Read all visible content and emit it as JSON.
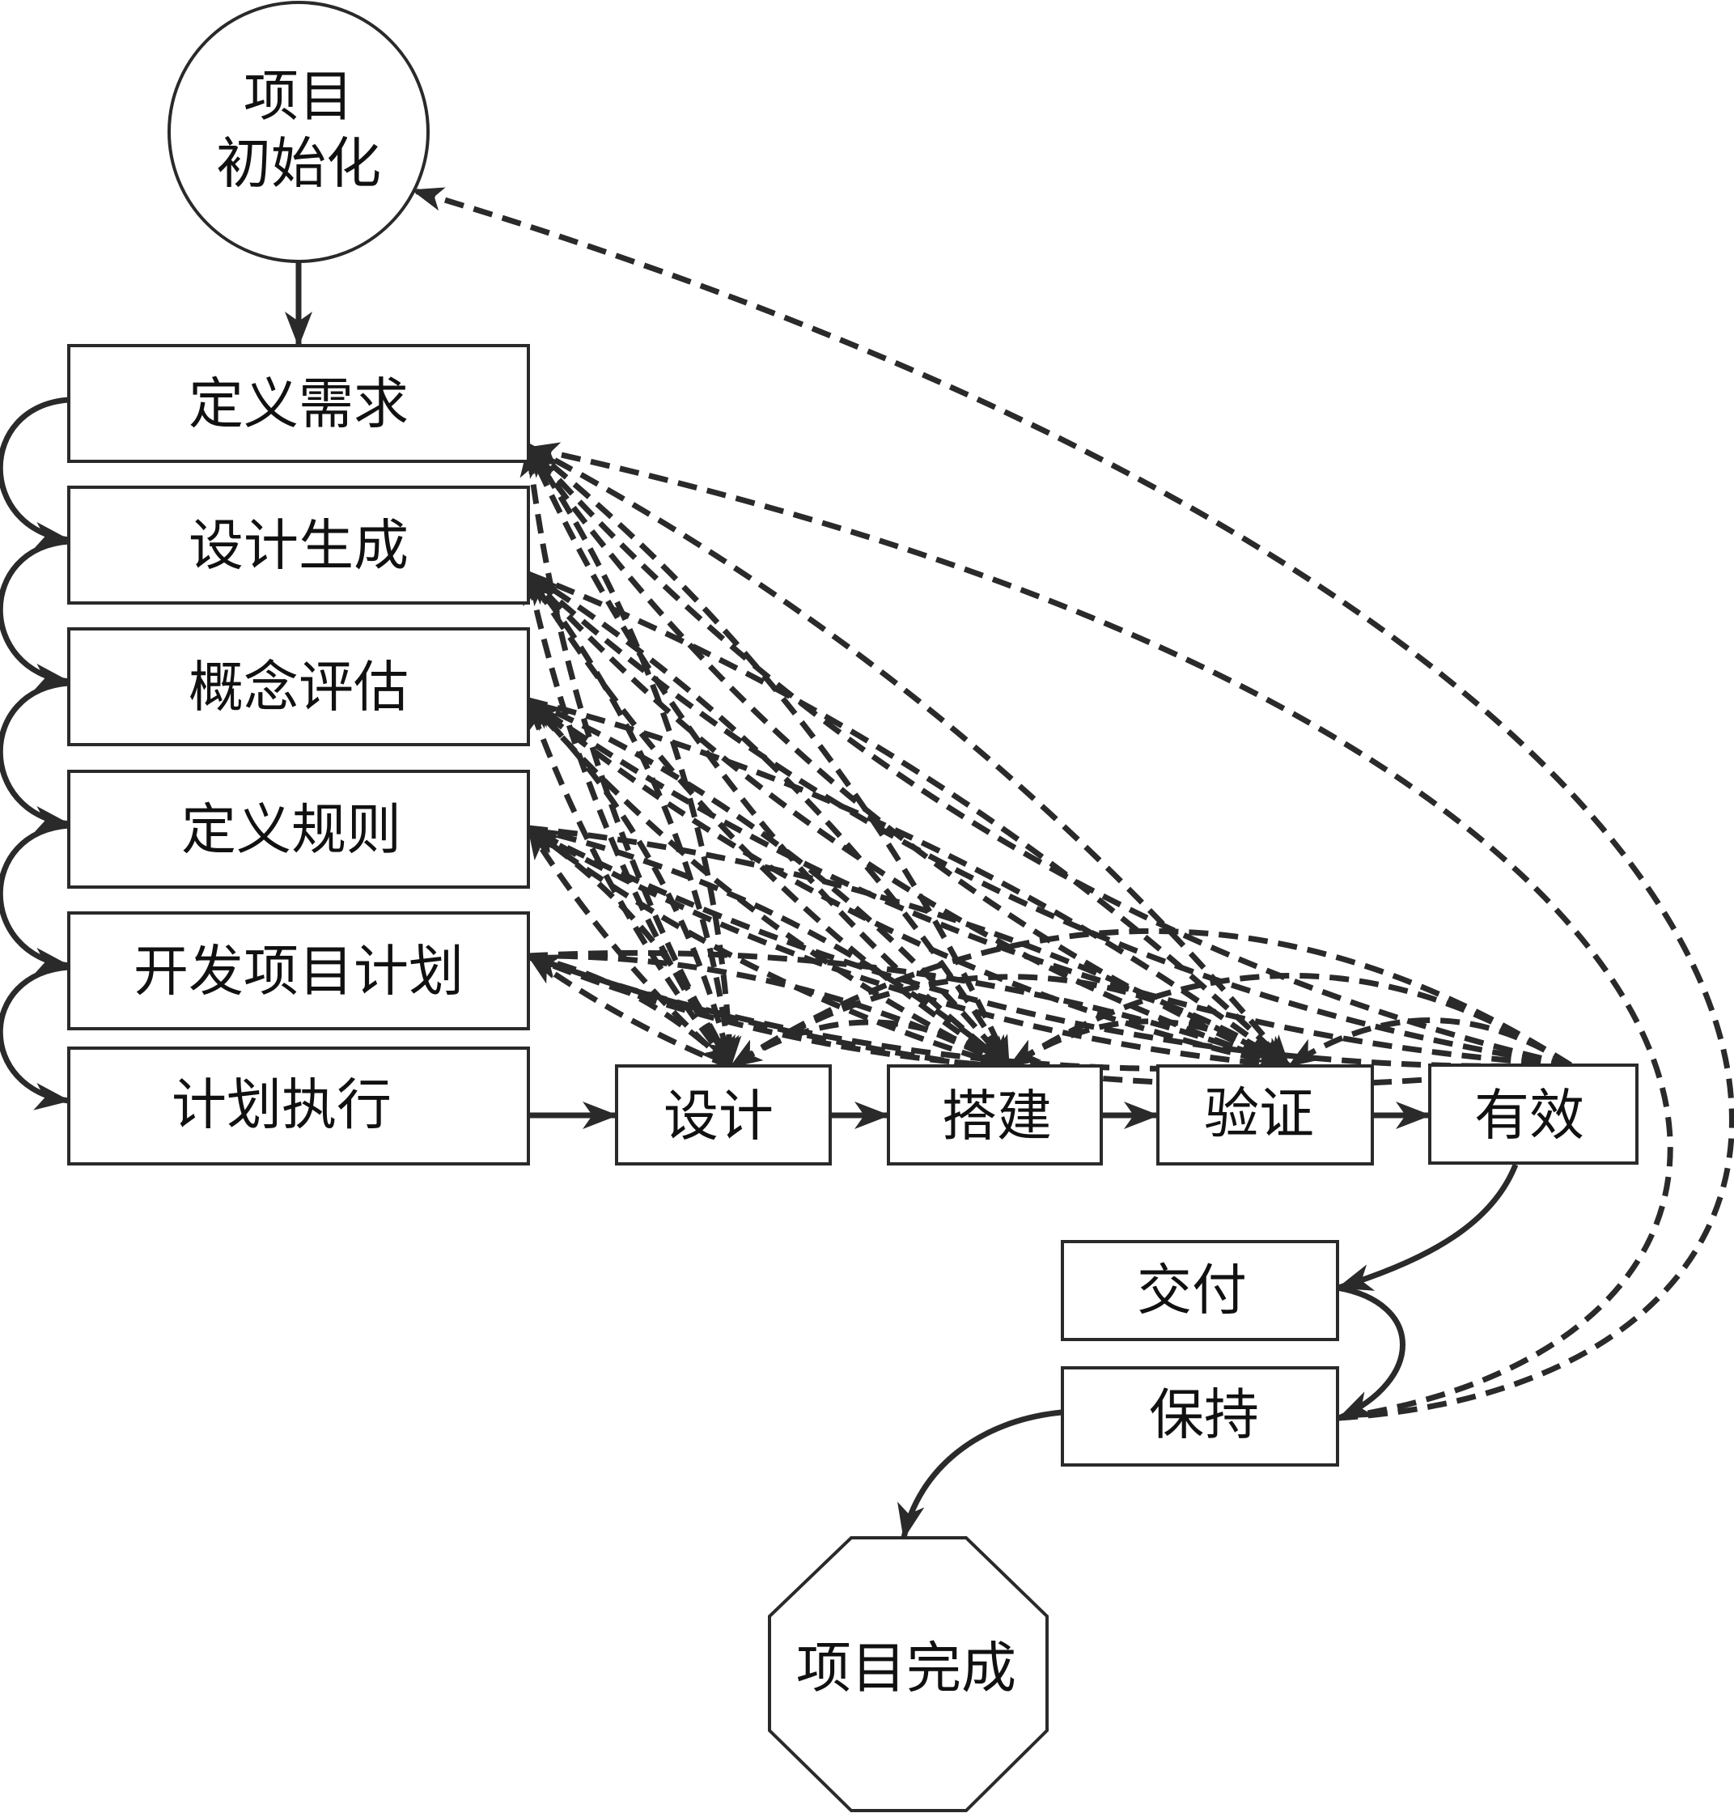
{
  "diagram": {
    "title": "",
    "nodes": {
      "start": {
        "label_line1": "项目",
        "label_line2": "初始化",
        "shape": "circle"
      },
      "define_requirements": {
        "label": "定义需求",
        "shape": "rect"
      },
      "design_generation": {
        "label": "设计生成",
        "shape": "rect"
      },
      "concept_evaluation": {
        "label": "概念评估",
        "shape": "rect"
      },
      "define_rules": {
        "label": "定义规则",
        "shape": "rect"
      },
      "develop_project_plan": {
        "label": "开发项目计划",
        "shape": "rect"
      },
      "plan_execution": {
        "label": "计划执行",
        "shape": "rect"
      },
      "design": {
        "label": "设计",
        "shape": "rect"
      },
      "build": {
        "label": "搭建",
        "shape": "rect"
      },
      "verify": {
        "label": "验证",
        "shape": "rect"
      },
      "validate": {
        "label": "有效",
        "shape": "rect"
      },
      "deliver": {
        "label": "交付",
        "shape": "rect"
      },
      "maintain": {
        "label": "保持",
        "shape": "rect"
      },
      "end": {
        "label": "项目完成",
        "shape": "octagon"
      }
    },
    "solid_edges": [
      {
        "from": "start",
        "to": "define_requirements"
      },
      {
        "from": "define_requirements",
        "to": "design_generation"
      },
      {
        "from": "design_generation",
        "to": "concept_evaluation"
      },
      {
        "from": "concept_evaluation",
        "to": "define_rules"
      },
      {
        "from": "define_rules",
        "to": "develop_project_plan"
      },
      {
        "from": "develop_project_plan",
        "to": "plan_execution"
      },
      {
        "from": "plan_execution",
        "to": "design"
      },
      {
        "from": "design",
        "to": "build"
      },
      {
        "from": "build",
        "to": "verify"
      },
      {
        "from": "verify",
        "to": "validate"
      },
      {
        "from": "validate",
        "to": "deliver"
      },
      {
        "from": "deliver",
        "to": "maintain"
      },
      {
        "from": "maintain",
        "to": "end"
      }
    ],
    "feedback_sources": [
      "design",
      "build",
      "verify",
      "validate"
    ],
    "feedback_targets": [
      "define_requirements",
      "design_generation",
      "concept_evaluation",
      "define_rules",
      "develop_project_plan"
    ],
    "feedforward_targets": [
      "design",
      "build",
      "verify"
    ],
    "rework_edges": [
      {
        "from": "build",
        "to": "design"
      },
      {
        "from": "verify",
        "to": "design"
      },
      {
        "from": "validate",
        "to": "design"
      },
      {
        "from": "verify",
        "to": "build"
      },
      {
        "from": "validate",
        "to": "build"
      },
      {
        "from": "validate",
        "to": "verify"
      }
    ],
    "long_feedback_edges": [
      {
        "from": "maintain",
        "to": "start"
      },
      {
        "from": "maintain",
        "to": "define_requirements"
      }
    ],
    "line_color": "#2a2a2a"
  }
}
